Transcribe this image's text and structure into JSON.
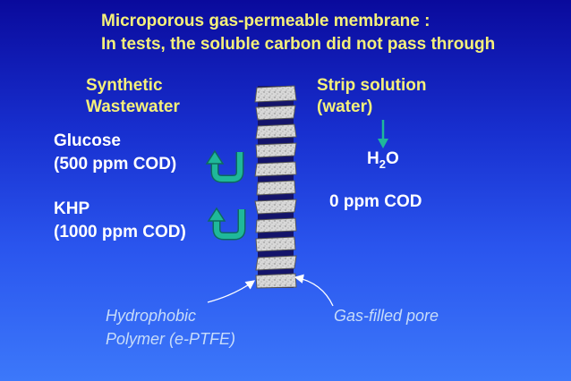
{
  "title": {
    "line1": "Microporous gas-permeable membrane :",
    "line2": "In tests, the soluble carbon did not pass through"
  },
  "left_side": {
    "header_line1": "Synthetic",
    "header_line2": "Wastewater",
    "glucose_line1": "Glucose",
    "glucose_line2": "(500 ppm COD)",
    "khp_line1": "KHP",
    "khp_line2": "(1000 ppm COD)"
  },
  "right_side": {
    "header_line1": "Strip solution",
    "header_line2": "(water)",
    "water_main": "H",
    "water_sub": "2",
    "water_tail": "O",
    "cod": "0 ppm COD"
  },
  "annotations": {
    "hydrophobic_line1": "Hydrophobic",
    "hydrophobic_line2": "Polymer (e-PTFE)",
    "pore": "Gas-filled pore"
  },
  "colors": {
    "title": "#f5f07a",
    "text": "#ffffff",
    "annotation": "#c7dcf9",
    "u_arrow": "#1fb89a",
    "down_arrow": "#1fb89a",
    "membrane": "#d4d4d4"
  }
}
